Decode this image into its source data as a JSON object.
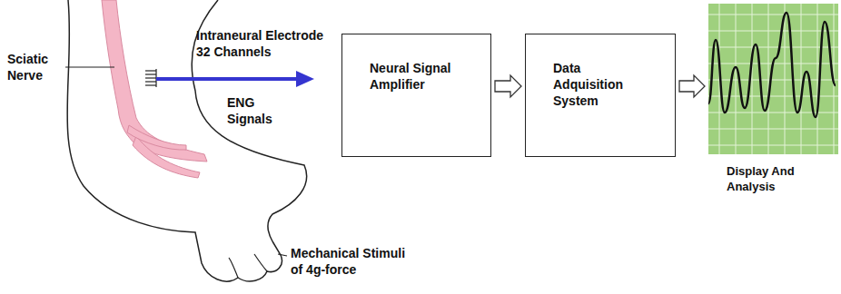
{
  "diagram": {
    "nodes": [
      {
        "text": [
          "Neural Signal Amplifier"
        ]
      },
      {
        "text": [
          "Data Adquisition System"
        ]
      },
      {
        "text": [
          "Display And Analysis"
        ]
      }
    ],
    "edges": [
      {
        "from": 0,
        "to": 1,
        "arrow": "to"
      },
      {
        "from": 1,
        "to": 2,
        "arrow": "to"
      }
    ],
    "labels": [
      "Sciatic Nerve",
      "Intraneural Electrode 32 Channels",
      "ENG Signals",
      "Mechanical Stimuli of 4g-force"
    ]
  }
}
